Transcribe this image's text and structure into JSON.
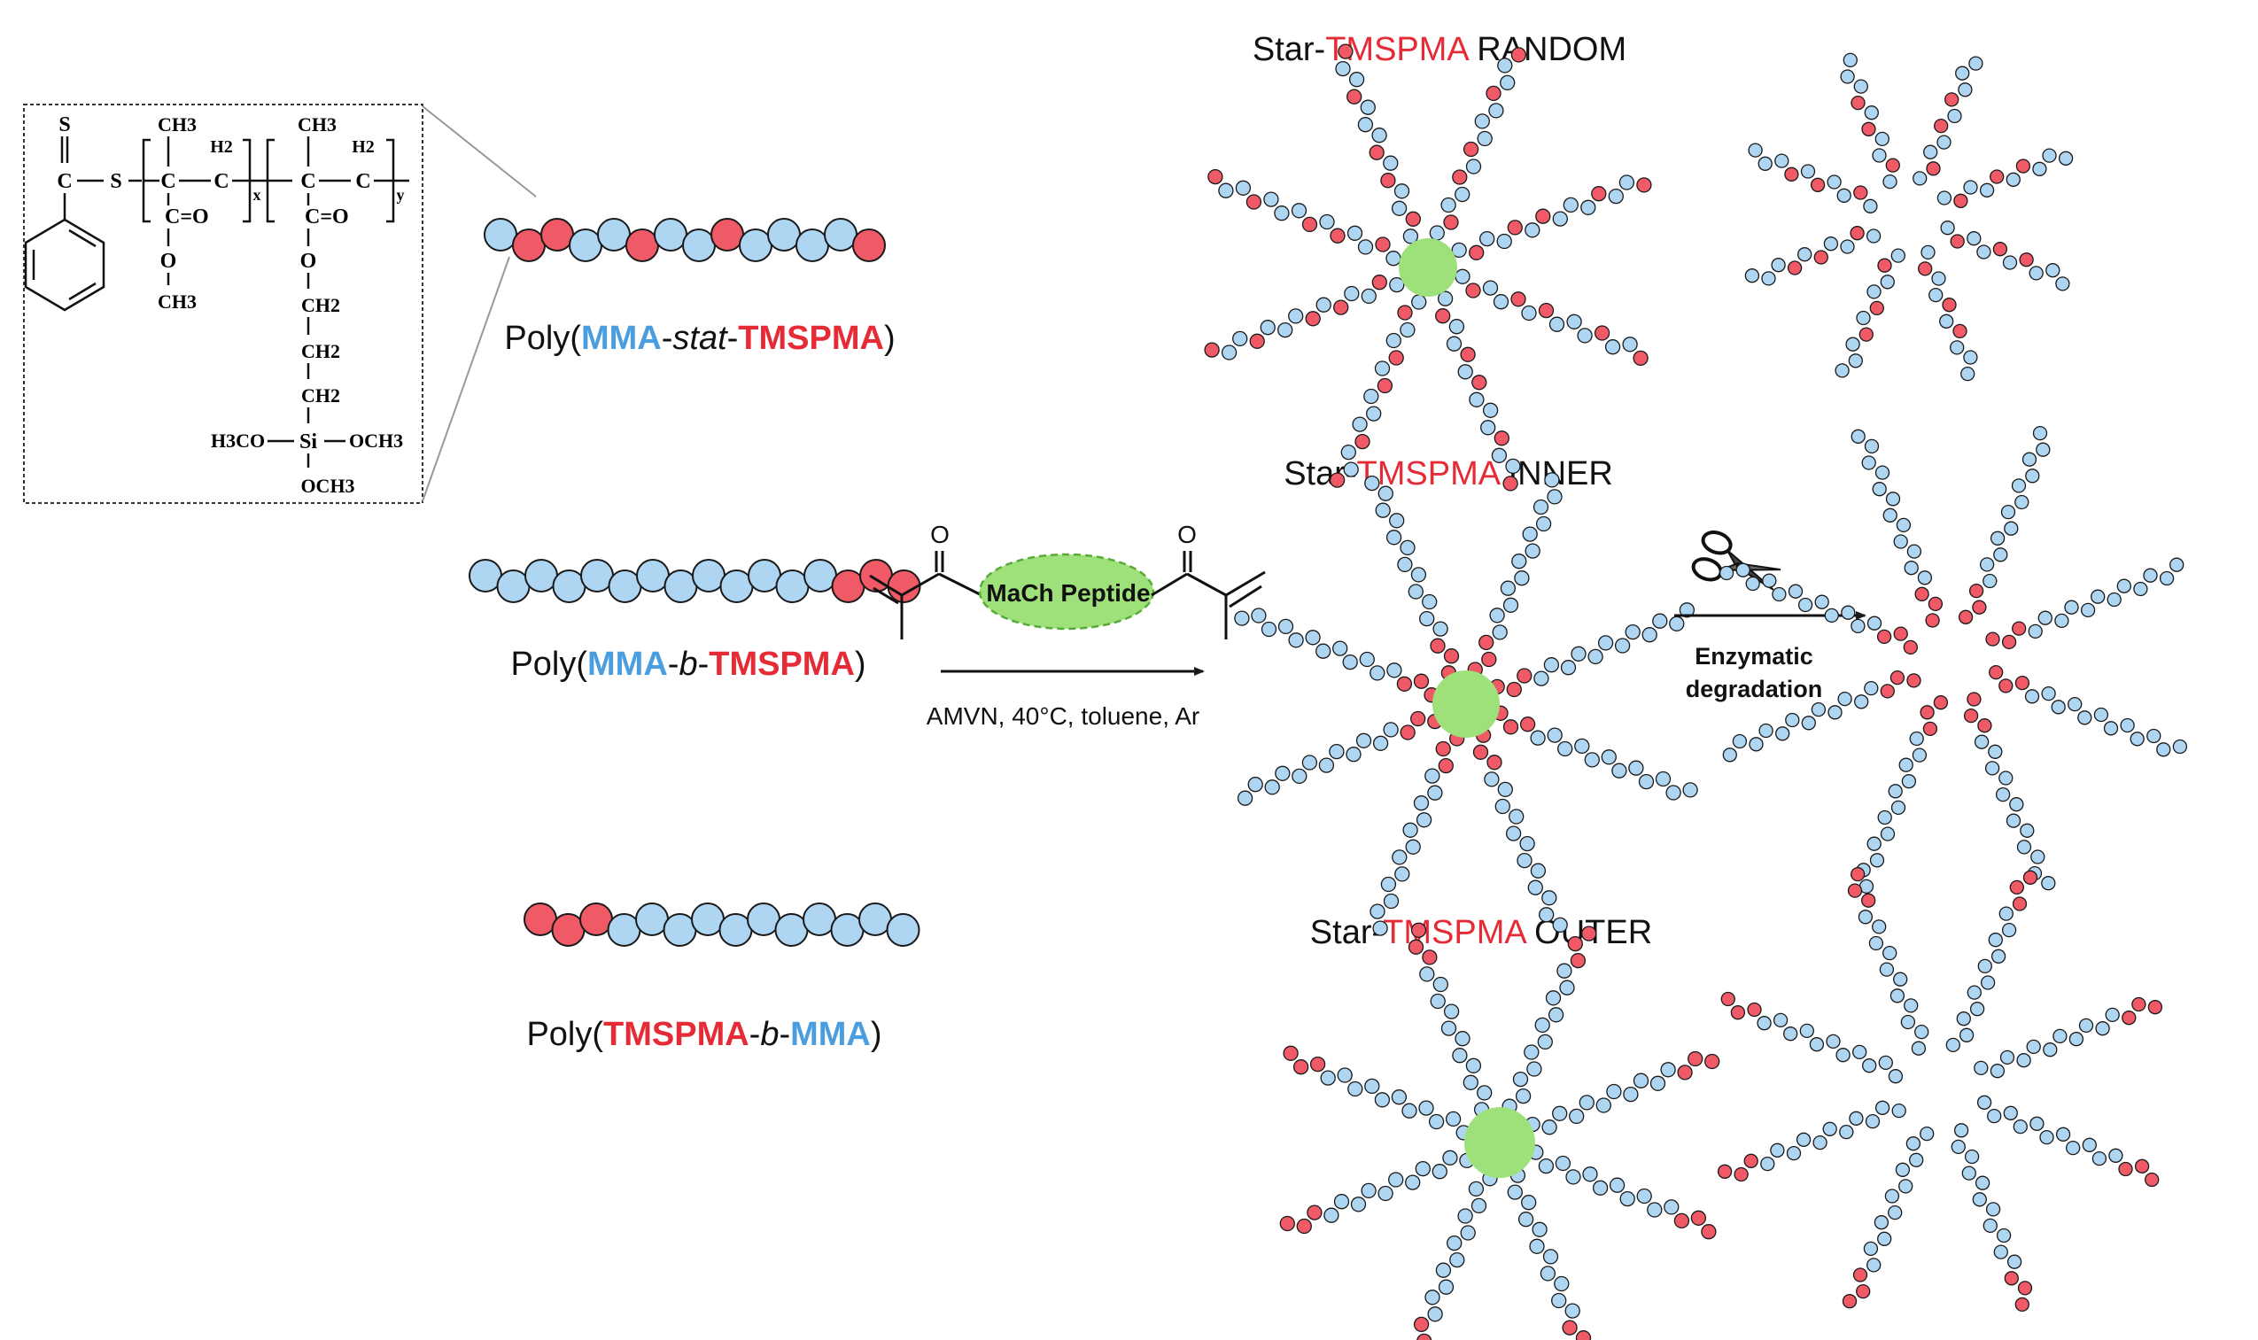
{
  "colors": {
    "mma_blue": "#4a9ee0",
    "tmspma_red": "#e52b36",
    "bead_blue": "#aed5f2",
    "bead_red": "#ef5a66",
    "core_green": "#9ee07a",
    "stroke": "#1a1a1a"
  },
  "structure": {
    "s_top": "S",
    "c_thio": "C",
    "s_link": "S",
    "ch3_a": "CH3",
    "c_a": "C",
    "h2_a": "H2",
    "c_a2": "C",
    "sub_x": "x",
    "ch3_b": "CH3",
    "c_b": "C",
    "h2_b": "H2",
    "c_b2": "C",
    "sub_y": "y",
    "co_a": "C=O",
    "o_a": "O",
    "ch3_ester": "CH3",
    "co_b": "C=O",
    "o_b": "O",
    "ch2_1": "CH2",
    "ch2_2": "CH2",
    "ch2_3": "CH2",
    "h3co": "H3CO",
    "si": "Si",
    "och3_r": "OCH3",
    "och3_b": "OCH3"
  },
  "linear": {
    "stat": {
      "pre": "Poly(",
      "m1": "MMA",
      "d1": "-",
      "mid": "stat",
      "d2": "-",
      "m2": "TMSPMA",
      "post": ")"
    },
    "block1": {
      "pre": "Poly(",
      "m1": "MMA",
      "d1": "-",
      "mid": "b",
      "d2": "-",
      "m2": "TMSPMA",
      "post": ")"
    },
    "block2": {
      "pre": "Poly(",
      "m1": "TMSPMA",
      "d1": "-",
      "mid": "b",
      "d2": "-",
      "m2": "MMA",
      "post": ")"
    }
  },
  "reaction": {
    "o_left": "O",
    "o_right": "O",
    "peptide": "MaCh Peptide",
    "conditions": "AMVN, 40°C, toluene, Ar"
  },
  "stars": {
    "random": {
      "prefix": "Star-",
      "name": "TMSPMA",
      "suffix": " RANDOM"
    },
    "inner": {
      "prefix": "Star-",
      "name": "TMSPMA",
      "suffix": " INNER"
    },
    "outer": {
      "prefix": "Star-",
      "name": "TMSPMA",
      "suffix": " OUTER"
    }
  },
  "degradation": {
    "line1": "Enzymatic",
    "line2": "degradation",
    "icon": "scissors-icon"
  }
}
